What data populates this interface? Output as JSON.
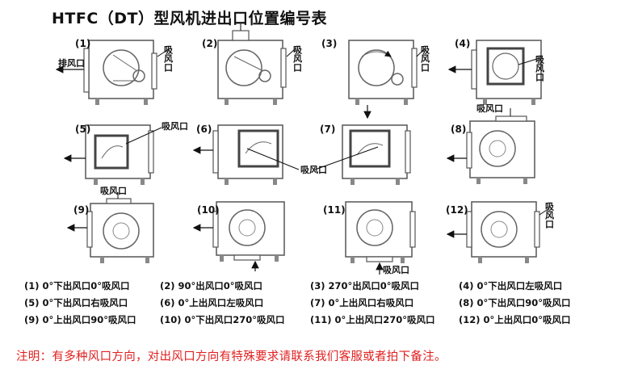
{
  "title": "HTFC（DT）型风机进出口位置编号表",
  "labels": {
    "suction": "吸风口",
    "exhaust": "排风口"
  },
  "panels": [
    {
      "num": "(1)"
    },
    {
      "num": "(2)"
    },
    {
      "num": "(3)"
    },
    {
      "num": "(4)"
    },
    {
      "num": "(5)"
    },
    {
      "num": "(6)"
    },
    {
      "num": "(7)"
    },
    {
      "num": "(8)"
    },
    {
      "num": "(9)"
    },
    {
      "num": "(10)"
    },
    {
      "num": "(11)"
    },
    {
      "num": "(12)"
    }
  ],
  "legend": [
    "(1) 0°下出风口0°吸风口",
    "(2) 90°出风口0°吸风口",
    "(3) 270°出风口0°吸风口",
    "(4) 0°下出风口左吸风口",
    "(5) 0°下出风口右吸风口",
    "(6) 0°上出风口左吸风口",
    "(7) 0°上出风口右吸风口",
    "(8) 0°下出风口90°吸风口",
    "(9) 0°上出风口90°吸风口",
    "(10) 0°下出风口270°吸风口",
    "(11) 0°上出风口270°吸风口",
    "(12) 0°上出风口0°吸风口"
  ],
  "note": "注明：有多种风口方向，对出风口方向有特殊要求请联系我们客服或者拍下备注。"
}
